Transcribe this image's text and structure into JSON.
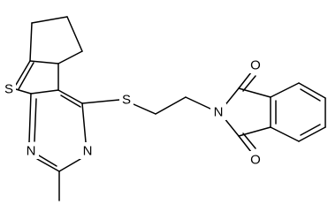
{
  "molecule": {
    "atoms": {
      "thiophene_sulfur": "S",
      "thioether_sulfur": "S",
      "pyrimidine_n1": "N",
      "pyrimidine_n3": "N",
      "imide_nitrogen": "N",
      "carbonyl_oxygen_top": "O",
      "carbonyl_oxygen_bottom": "O"
    }
  }
}
